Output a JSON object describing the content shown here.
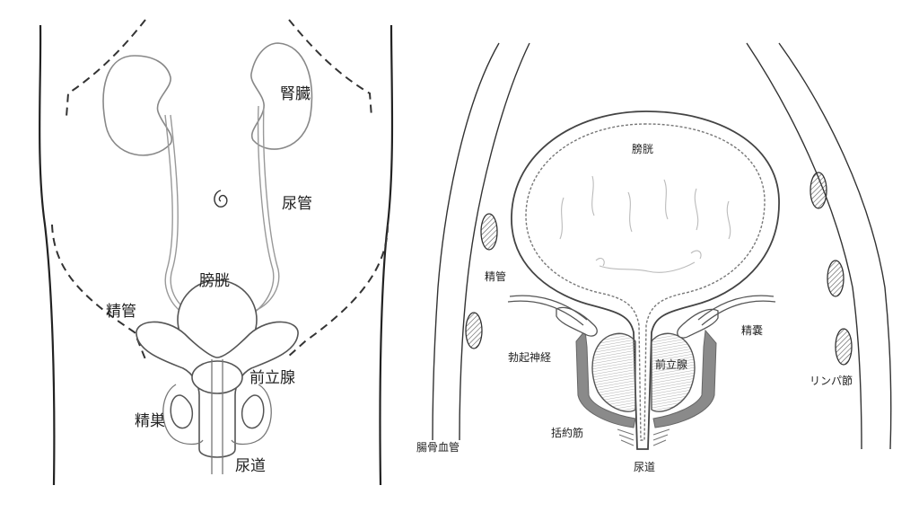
{
  "left_panel": {
    "labels": {
      "kidney": "腎臓",
      "ureter": "尿管",
      "bladder": "膀胱",
      "vas_deferens": "精管",
      "prostate": "前立腺",
      "testis": "精巣",
      "urethra": "尿道"
    }
  },
  "right_panel": {
    "labels": {
      "bladder": "膀胱",
      "vas_deferens": "精管",
      "seminal_vesicle": "精嚢",
      "erectile_nerve": "勃起神経",
      "prostate": "前立腺",
      "lymph_node": "リンパ節",
      "sphincter": "括約筋",
      "iliac_vessels": "腸骨血管",
      "urethra": "尿道"
    }
  },
  "colors": {
    "line": "#333333",
    "organ_line": "#777777",
    "muscle_gray": "#8a8a8a"
  }
}
